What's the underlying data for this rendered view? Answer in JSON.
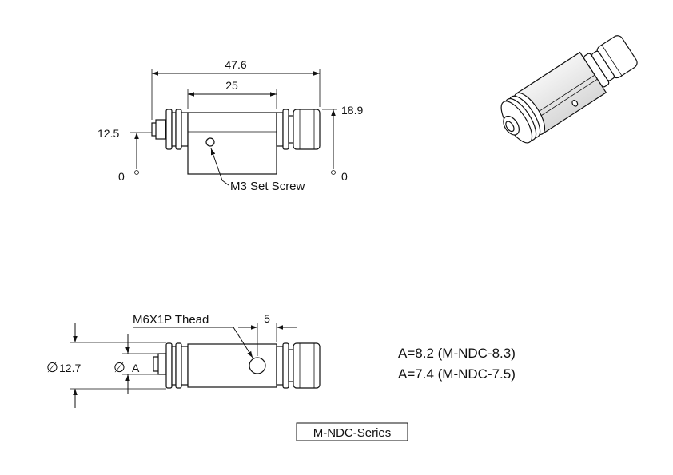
{
  "front_view": {
    "overall_length": "47.6",
    "body_length": "25",
    "right_height": "18.9",
    "left_height": "12.5",
    "left_zero": "0",
    "right_zero": "0",
    "set_screw_label": "M3 Set Screw"
  },
  "bottom_view": {
    "thread_label": "M6X1P Thead",
    "hole_offset": "5",
    "outer_diameter": "12.7",
    "inner_diameter": "A",
    "diameter_symbol": "∅"
  },
  "variants": [
    "A=8.2 (M-NDC-8.3)",
    "A=7.4 (M-NDC-7.5)"
  ],
  "series_label": "M-NDC-Series"
}
